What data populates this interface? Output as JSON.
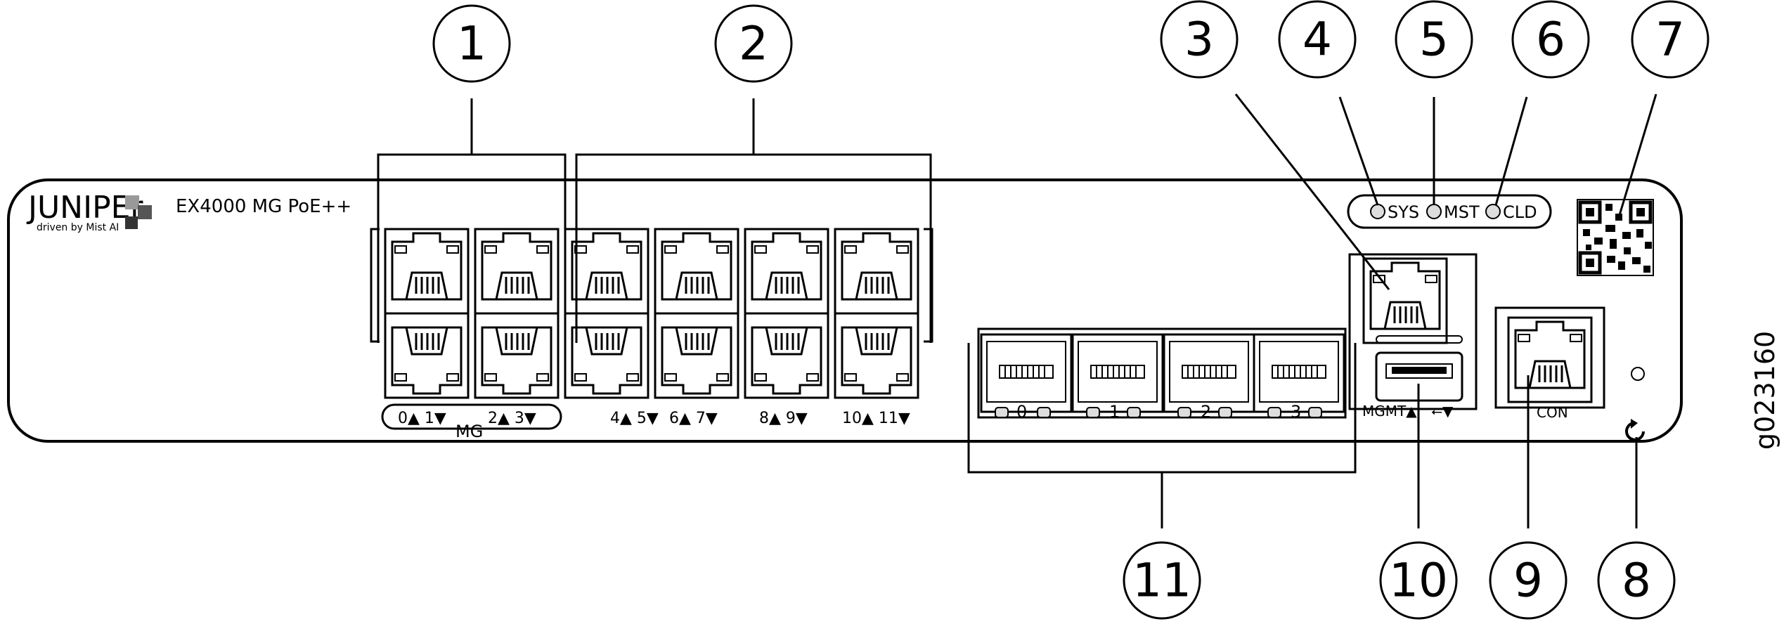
{
  "device": {
    "brand_logo": "JUNIPEr",
    "brand_tagline": "driven by Mist AI",
    "model": "EX4000 MG PoE++",
    "leds": [
      "SYS",
      "MST",
      "CLD"
    ],
    "mg_label": "MG",
    "port_pair_labels": [
      "0▲  1▼",
      "2▲  3▼",
      "4▲  5▼",
      "6▲  7▼",
      "8▲  9▼",
      "10▲  11▼"
    ],
    "sfp_labels": [
      "0",
      "1",
      "2",
      "3"
    ],
    "mgmt_label": "MGMT▲",
    "usb_label": "⭠▼",
    "console_label": "CON",
    "figure_id": "g023160"
  },
  "callouts": [
    "1",
    "2",
    "3",
    "4",
    "5",
    "6",
    "7",
    "8",
    "9",
    "10",
    "11"
  ]
}
